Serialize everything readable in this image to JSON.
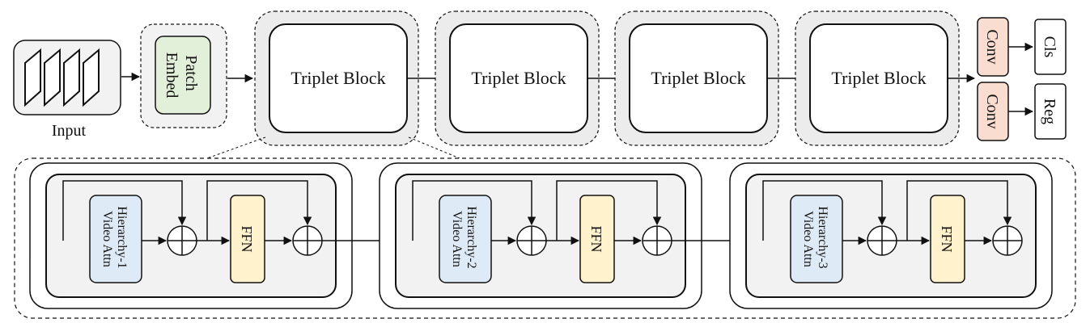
{
  "input": {
    "label": "Input"
  },
  "patch_embed": {
    "line1": "Patch",
    "line2": "Embed"
  },
  "triplet_blocks": [
    {
      "label": "Triplet Block"
    },
    {
      "label": "Triplet Block"
    },
    {
      "label": "Triplet Block"
    },
    {
      "label": "Triplet Block"
    }
  ],
  "heads": [
    {
      "conv": "Conv",
      "output": "Cls"
    },
    {
      "conv": "Conv",
      "output": "Reg"
    }
  ],
  "detail_blocks": [
    {
      "attn_line1": "Hierarchy-1",
      "attn_line2": "Video Attn",
      "ffn": "FFN"
    },
    {
      "attn_line1": "Hierarchy-2",
      "attn_line2": "Video Attn",
      "ffn": "FFN"
    },
    {
      "attn_line1": "Hierarchy-3",
      "attn_line2": "Video Attn",
      "ffn": "FFN"
    }
  ],
  "colors": {
    "patch_embed_fill": "#e2efd9",
    "conv_fill": "#f9ddd0",
    "attn_fill": "#deebf7",
    "ffn_fill": "#fff2cc",
    "panel_fill": "#f2f2f2",
    "inner_panel_fill": "#ececec"
  }
}
